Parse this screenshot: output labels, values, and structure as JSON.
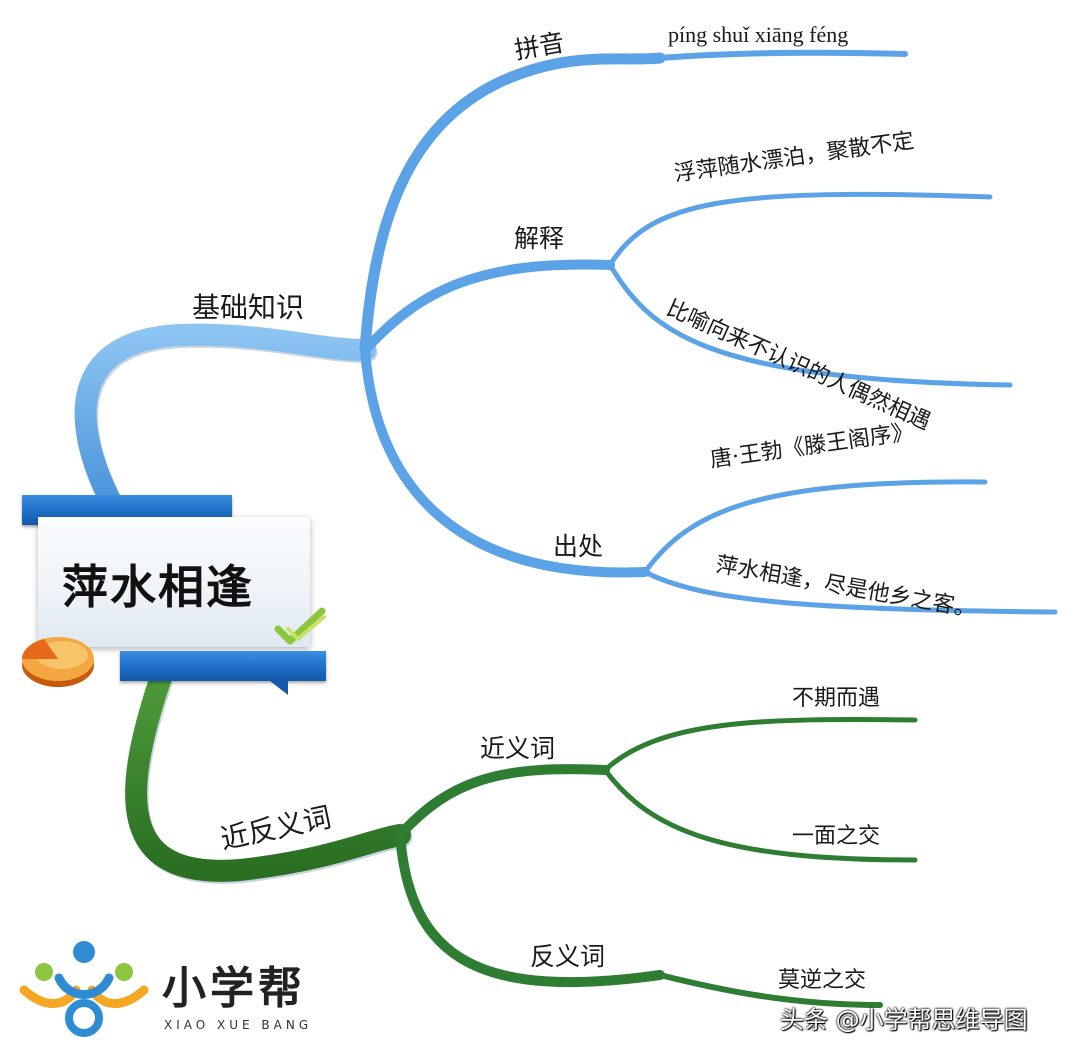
{
  "center": {
    "title": "萍水相逢"
  },
  "basics": {
    "label": "基础知识",
    "pinyin": {
      "label": "拼音",
      "text": "píng shuǐ xiāng féng"
    },
    "meaning": {
      "label": "解释",
      "items": [
        "浮萍随水漂泊，聚散不定",
        "比喻向来不认识的人偶然相遇"
      ]
    },
    "source": {
      "label": "出处",
      "items": [
        "唐·王勃《滕王阁序》",
        "萍水相逢，尽是他乡之客。"
      ]
    }
  },
  "synonyms_antonyms": {
    "label": "近反义词",
    "synonyms": {
      "label": "近义词",
      "items": [
        "不期而遇",
        "一面之交"
      ]
    },
    "antonyms": {
      "label": "反义词",
      "items": [
        "莫逆之交"
      ]
    }
  },
  "logo": {
    "name": "小学帮",
    "subtitle": "XIAO XUE BANG"
  },
  "watermark": "头条 @小学帮思维导图",
  "colors": {
    "blue": "#5ba3e6",
    "green": "#2e7d32"
  }
}
